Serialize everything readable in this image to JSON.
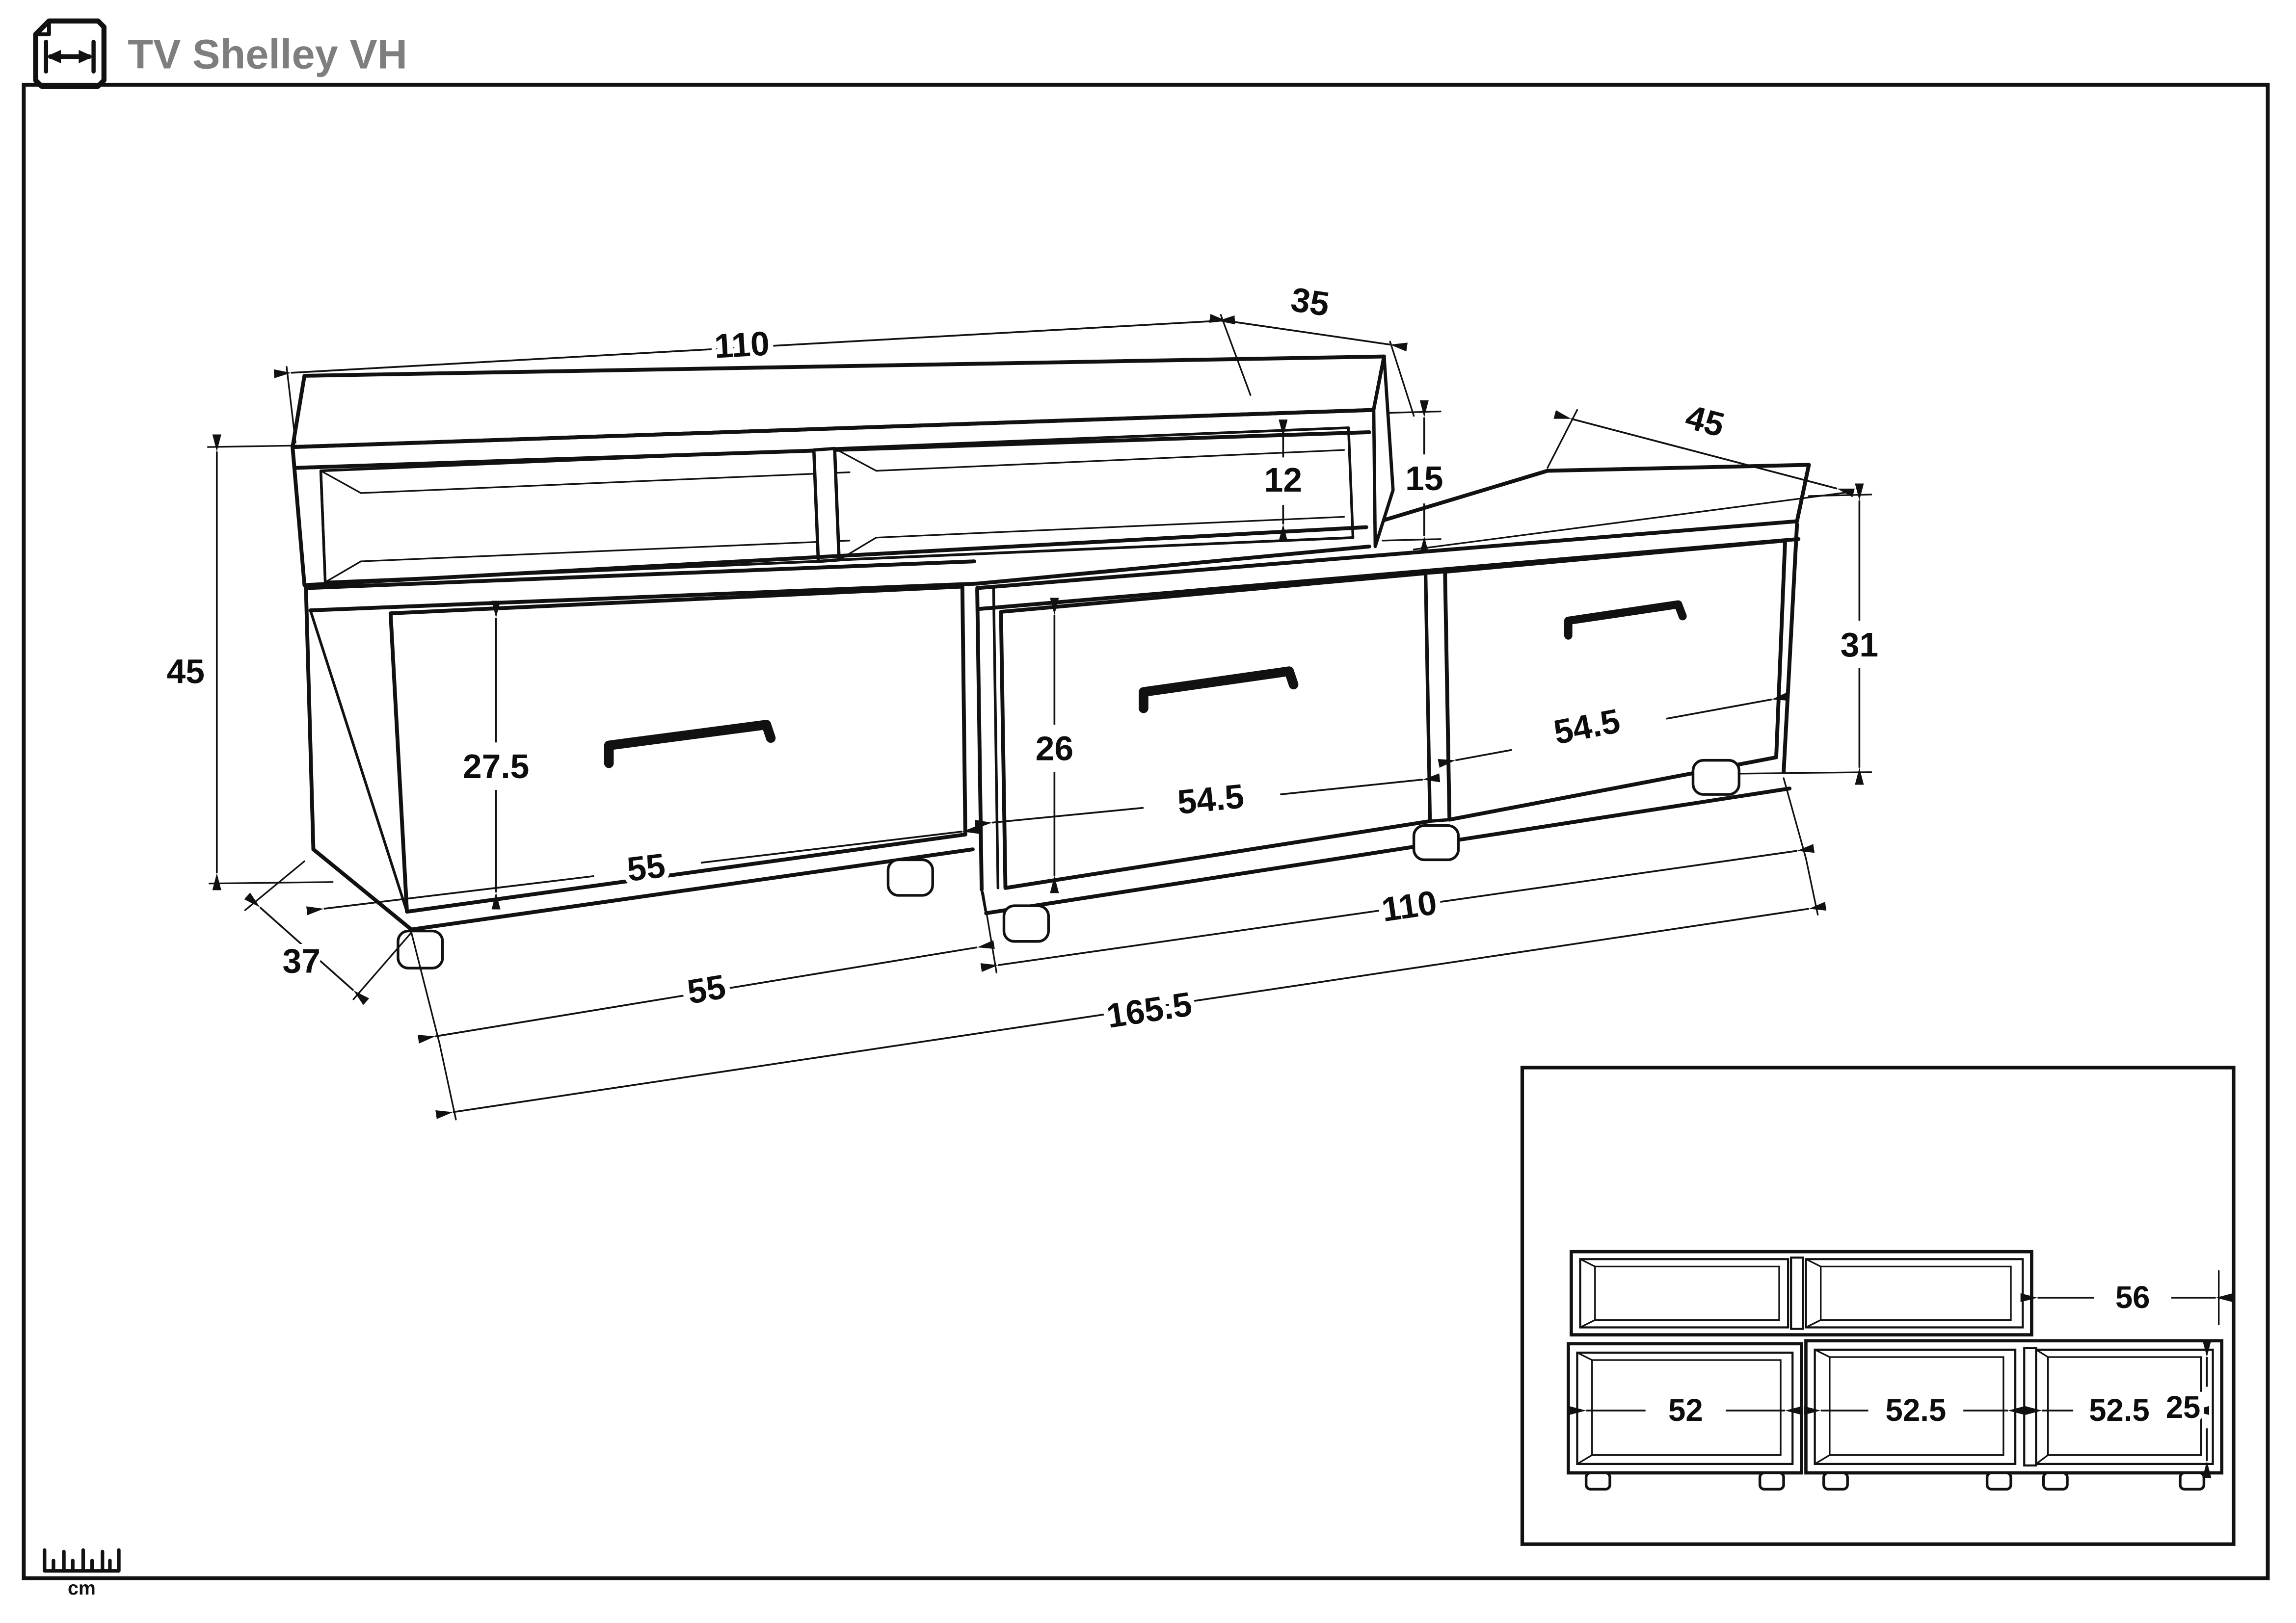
{
  "header": {
    "title": "TV Shelley VH"
  },
  "footer": {
    "unit": "cm"
  },
  "main_view": {
    "top_width": "110",
    "top_depth": "35",
    "right_top_depth": "45",
    "shelf_opening_height": "12",
    "hutch_height": "15",
    "left_height": "45",
    "left_drawer_height": "27.5",
    "left_drawer_width": "55",
    "left_depth": "37",
    "left_bottom_width": "55",
    "middle_drawer_height": "26",
    "middle_drawer_width": "54.5",
    "right_drawer_width": "54.5",
    "right_height": "31",
    "right_width": "110",
    "total_width": "165.5"
  },
  "inset_view": {
    "top_right_depth": "56",
    "left_inner_width": "52",
    "middle_inner_width": "52.5",
    "right_inner_width": "52.5",
    "inner_height": "25"
  }
}
